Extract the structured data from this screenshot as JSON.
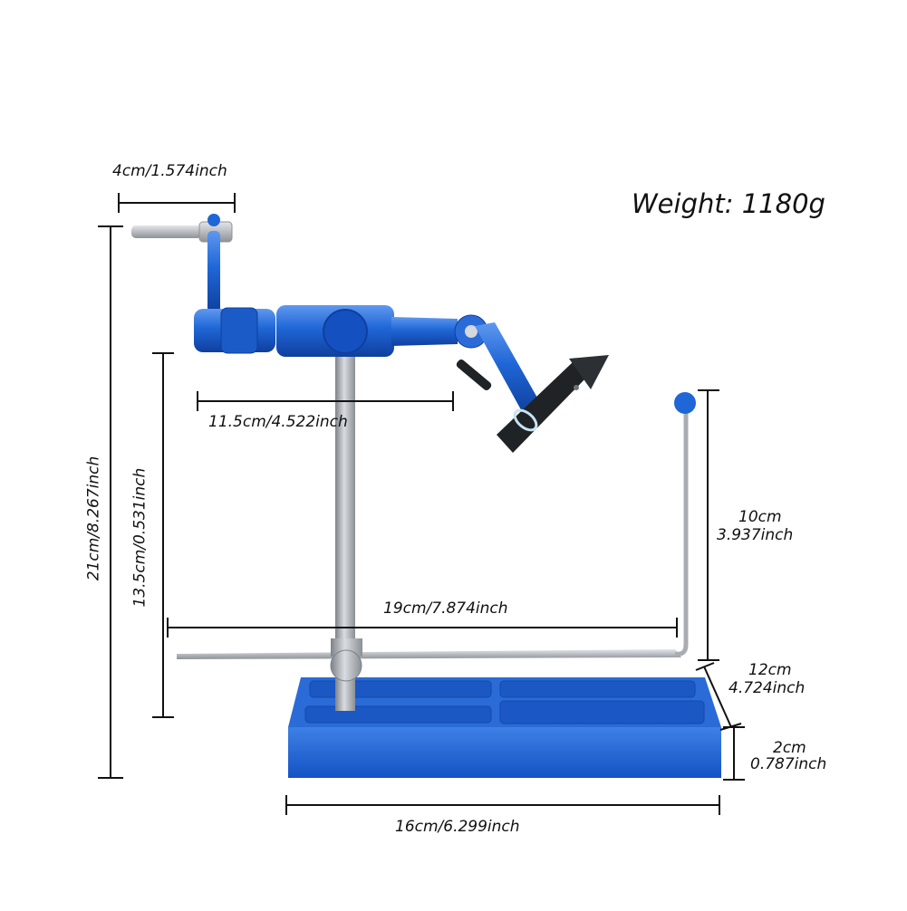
{
  "weight_label": "Weight: 1180g",
  "dimensions": {
    "top_width": "4cm/1.574inch",
    "total_height": "21cm/8.267inch",
    "stem_height": "13.5cm/0.531inch",
    "arm_length": "11.5cm/4.522inch",
    "base_arm_length": "19cm/7.874inch",
    "bobbin_rest_height_cm": "10cm",
    "bobbin_rest_height_in": "3.937inch",
    "bobbin_rest_depth_cm": "12cm",
    "bobbin_rest_depth_in": "4.724inch",
    "base_height_cm": "2cm",
    "base_height_in": "0.787inch",
    "base_width": "16cm/6.299inch"
  },
  "colors": {
    "anodized_blue": "#1f66d6",
    "dark_blue": "#0f3f9e",
    "steel": "#b8bcc2",
    "black_jaw": "#202326",
    "dimension_line": "#111111"
  }
}
